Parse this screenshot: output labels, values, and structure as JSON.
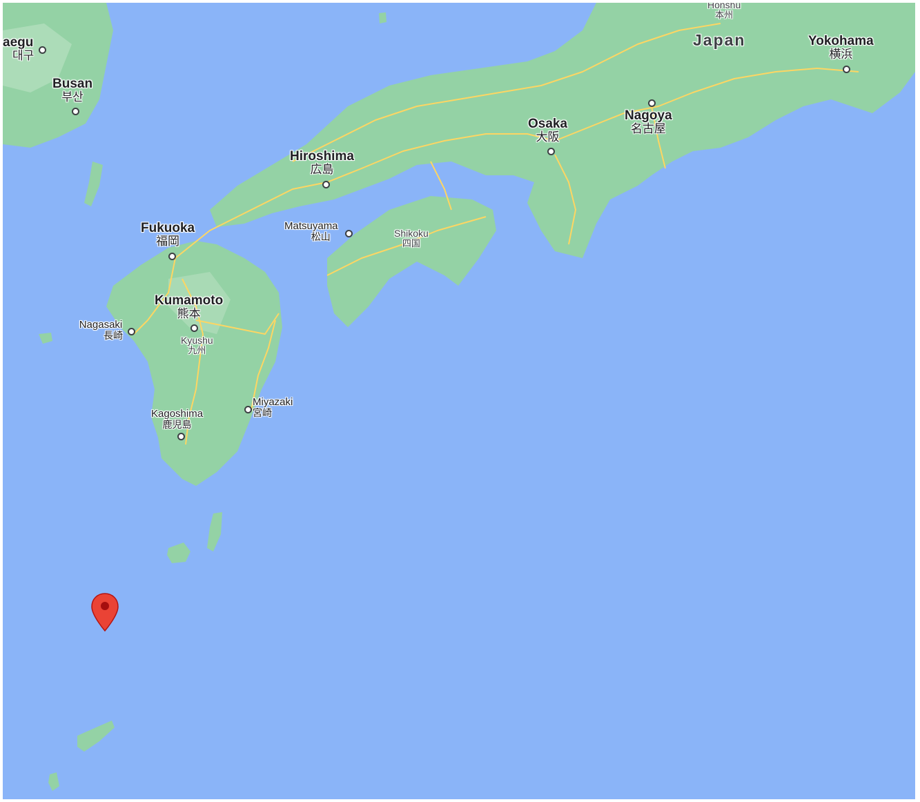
{
  "map": {
    "water_color": "#8ab4f8",
    "land_color": "#94d2a5",
    "road_color": "#fdd663",
    "pin_color": "#ea4335",
    "country": {
      "name": "Japan"
    },
    "regions": [
      {
        "en": "Honshu",
        "ja": "本州"
      },
      {
        "en": "Shikoku",
        "ja": "四国"
      },
      {
        "en": "Kyushu",
        "ja": "九州"
      }
    ],
    "cities": [
      {
        "en": "aegu",
        "ja": "대구"
      },
      {
        "en": "Busan",
        "ja": "부산"
      },
      {
        "en": "Yokohama",
        "ja": "横浜"
      },
      {
        "en": "Osaka",
        "ja": "大阪"
      },
      {
        "en": "Nagoya",
        "ja": "名古屋"
      },
      {
        "en": "Hiroshima",
        "ja": "広島"
      },
      {
        "en": "Fukuoka",
        "ja": "福岡"
      },
      {
        "en": "Matsuyama",
        "ja": "松山"
      },
      {
        "en": "Kumamoto",
        "ja": "熊本"
      },
      {
        "en": "Nagasaki",
        "ja": "長崎"
      },
      {
        "en": "Kagoshima",
        "ja": "鹿児島"
      },
      {
        "en": "Miyazaki",
        "ja": "宮崎"
      }
    ],
    "marker": {
      "icon": "map-pin-icon"
    }
  }
}
